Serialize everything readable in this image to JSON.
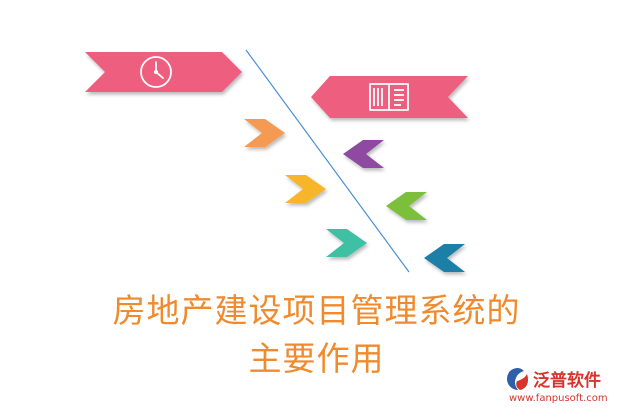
{
  "title": {
    "line1": "房地产建设项目管理系统的",
    "line2": "主要作用"
  },
  "banners": {
    "left": {
      "icon": "clock-icon",
      "color": "#ee5f7f"
    },
    "right": {
      "icon": "book-icon",
      "color": "#ee5f7f"
    }
  },
  "chevrons": [
    {
      "direction": "right",
      "color": "#f59a52"
    },
    {
      "direction": "right",
      "color": "#f7b62a"
    },
    {
      "direction": "right",
      "color": "#3cc0a3"
    },
    {
      "direction": "left",
      "color": "#8e4aa0"
    },
    {
      "direction": "left",
      "color": "#7cbf3a"
    },
    {
      "direction": "left",
      "color": "#1a7fa8"
    }
  ],
  "divider_color": "#4a8fd4",
  "logo": {
    "name": "泛普软件",
    "url": "www.fanpusoft.com",
    "color": "#d8342c"
  }
}
